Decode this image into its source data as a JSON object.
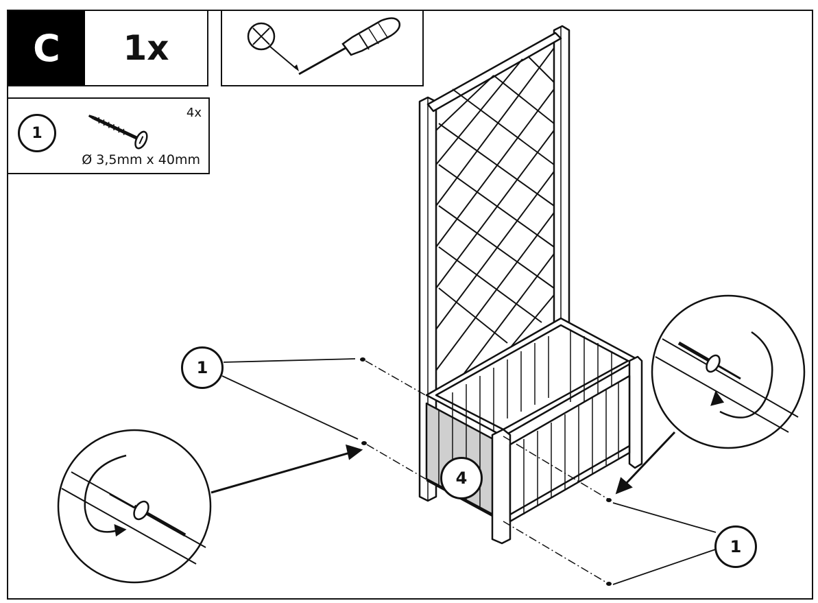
{
  "step": {
    "letter": "C",
    "quantity": "1x"
  },
  "tool": {
    "icon": "phillips-screwdriver-icon"
  },
  "parts": {
    "number": "1",
    "count": "4x",
    "size": "Ø 3,5mm x 40mm",
    "icon": "screw-icon"
  },
  "callouts": {
    "screw_top_left": "1",
    "screw_bottom_right": "1",
    "panel": "4"
  },
  "colors": {
    "ink": "#111111",
    "panel_shade": "#cfcfcf"
  }
}
